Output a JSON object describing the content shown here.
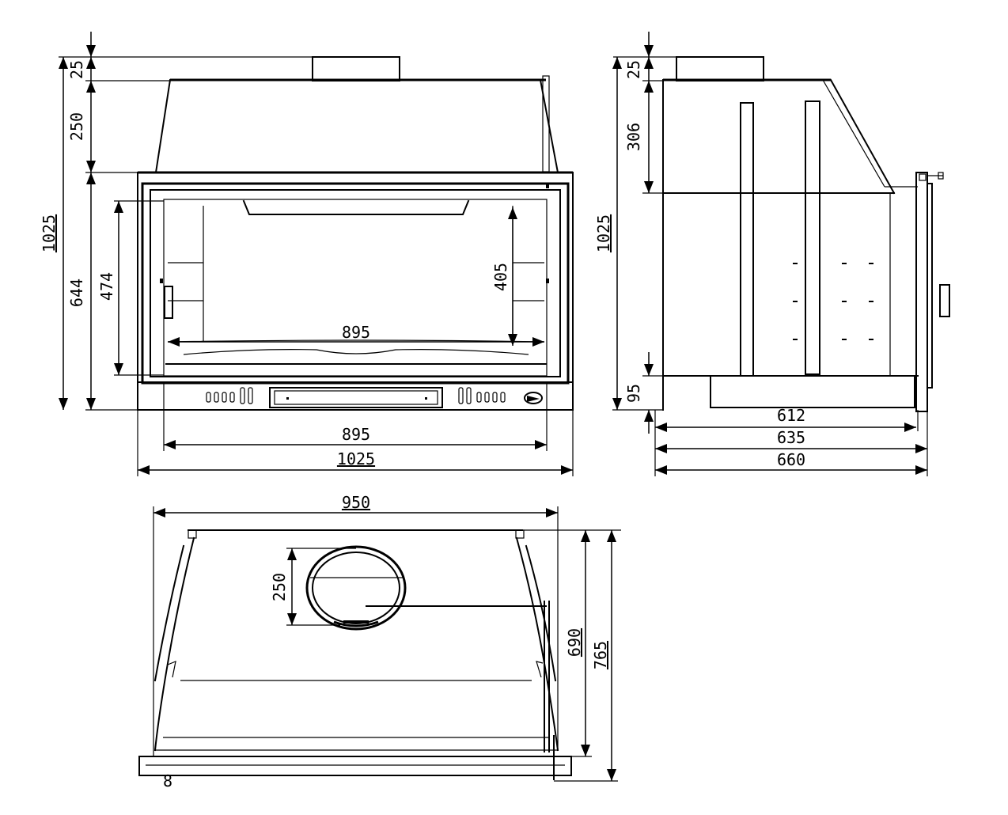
{
  "front_view": {
    "dims": {
      "top_25": "25",
      "hood_250": "250",
      "total_height": "1025",
      "glass_height": "644",
      "opening_474": "474",
      "opening_405": "405",
      "inner_width": "895",
      "bottom_width": "895",
      "total_width": "1025"
    }
  },
  "side_view": {
    "dims": {
      "top_25": "25",
      "upper_306": "306",
      "total_height": "1025",
      "base_95": "95",
      "depth_612": "612",
      "depth_635": "635",
      "depth_660": "660"
    }
  },
  "top_view": {
    "dims": {
      "width_950": "950",
      "flue_250": "250",
      "depth_690": "690",
      "depth_765": "765",
      "mark_8": "8"
    }
  }
}
